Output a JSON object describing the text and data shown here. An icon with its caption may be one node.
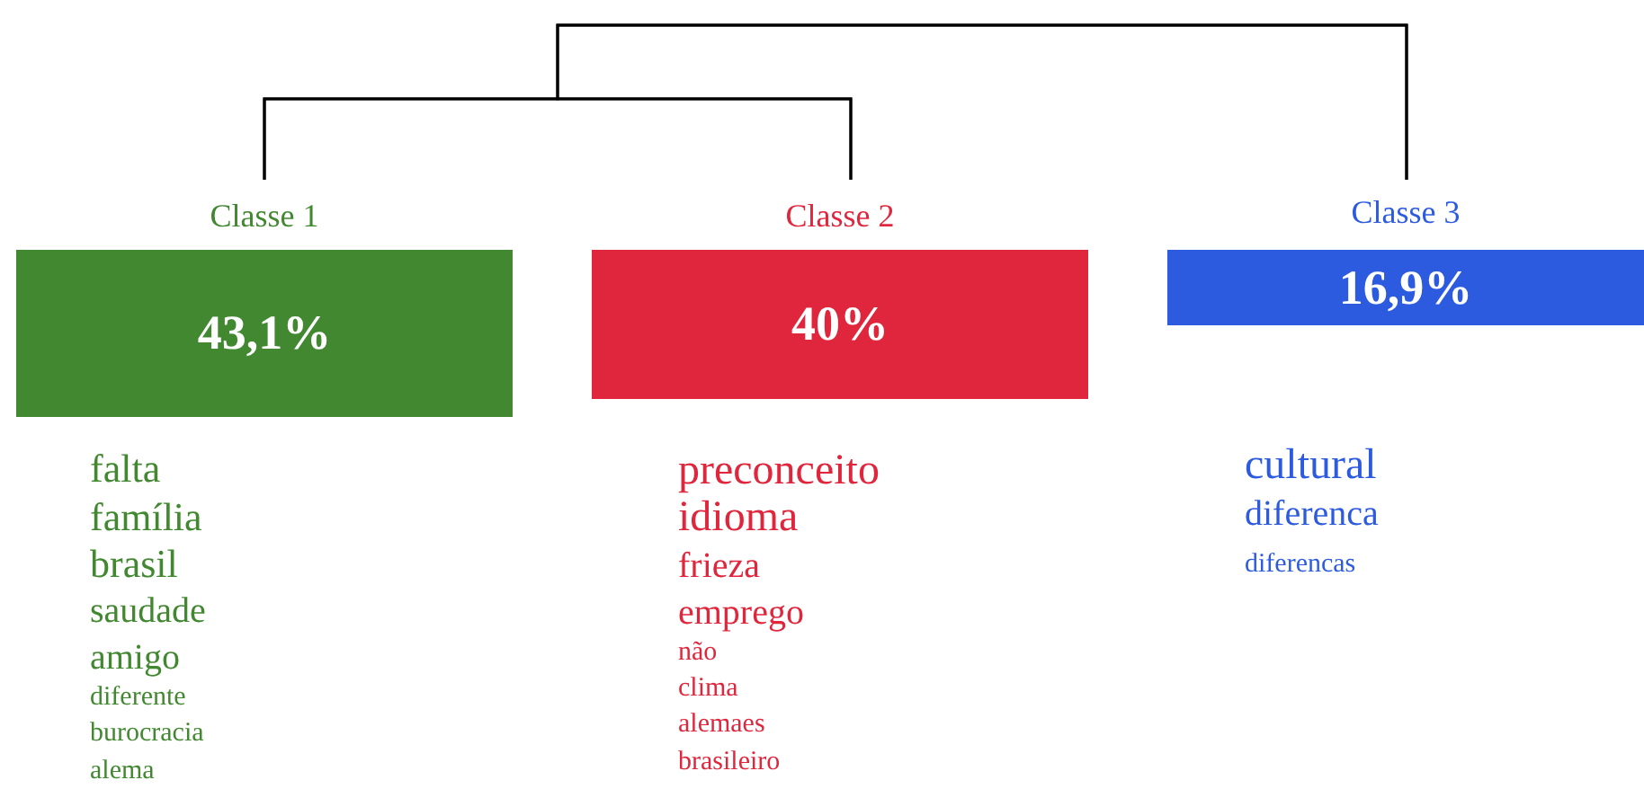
{
  "diagram": {
    "nodes": [
      {
        "text": [
          "Classe 1",
          "43,1%"
        ],
        "beside": [
          "falta",
          "família",
          "brasil",
          "saudade",
          "amigo",
          "diferente",
          "burocracia",
          "alema"
        ]
      },
      {
        "text": [
          "Classe 2",
          "40%"
        ],
        "beside": [
          "preconceito",
          "idioma",
          "frieza",
          "emprego",
          "não",
          "clima",
          "alemaes",
          "brasileiro"
        ]
      },
      {
        "text": [
          "Classe 3",
          "16,9%"
        ],
        "beside": [
          "cultural",
          "diferenca",
          "diferencas"
        ]
      }
    ],
    "edges": [
      {
        "from": 0,
        "to": 1,
        "arrow": "none"
      },
      {
        "from": 0,
        "to": 2,
        "arrow": "none"
      },
      {
        "from": 1,
        "to": 2,
        "arrow": "none"
      }
    ]
  }
}
